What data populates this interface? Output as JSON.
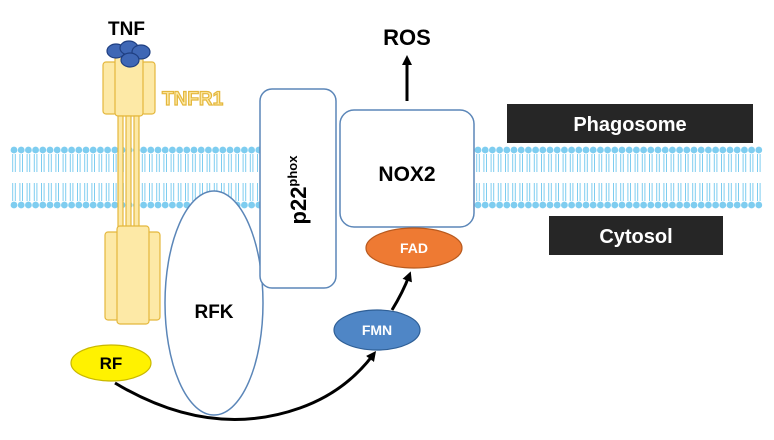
{
  "labels": {
    "tnf": "TNF",
    "tnfr1": "TNFR1",
    "ros": "ROS",
    "phagosome": "Phagosome",
    "cytosol": "Cytosol",
    "nox2": "NOX2",
    "p22_base": "p22",
    "p22_sup": "phox",
    "rfk": "RFK",
    "fad": "FAD",
    "fmn": "FMN",
    "rf": "RF"
  },
  "colors": {
    "membrane_head": "#7ecdf0",
    "membrane_tail": "#7ecdf0",
    "receptor_fill": "#fde9a6",
    "receptor_stroke": "#e4b73c",
    "tnf_fill": "#3f67b5",
    "tnf_stroke": "#1f3f82",
    "protein_stroke": "#5b86b8",
    "fad_fill": "#ee7a33",
    "fmn_fill": "#4f86c6",
    "rf_fill": "#fff200",
    "compartment_box": "#262626",
    "compartment_text": "#ffffff",
    "arrow": "#000000"
  }
}
